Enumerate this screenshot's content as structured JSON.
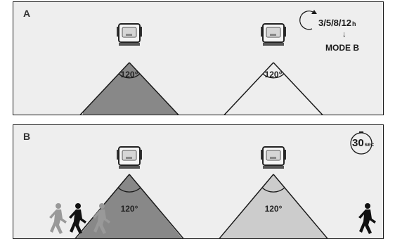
{
  "panel_a": {
    "label": "A",
    "left_angle": "120°",
    "right_angle": "120°",
    "timer_values": "3/5/8/12",
    "timer_unit": "h",
    "arrow": "↓",
    "mode": "MODE B"
  },
  "panel_b": {
    "label": "B",
    "left_angle": "120°",
    "right_angle": "120°",
    "sec_value": "30",
    "sec_unit": "sec"
  },
  "icons": [
    "moon-icon",
    "floodlight-icon",
    "timer-cycle-icon",
    "stopwatch-icon",
    "walking-person-icon"
  ],
  "colors": {
    "background": "#eeeeee",
    "beam_dark": "#888888",
    "beam_light": "#cccccc",
    "moon": "#c8c8c8",
    "person_faded": "#999999",
    "person_dark": "#111111"
  }
}
